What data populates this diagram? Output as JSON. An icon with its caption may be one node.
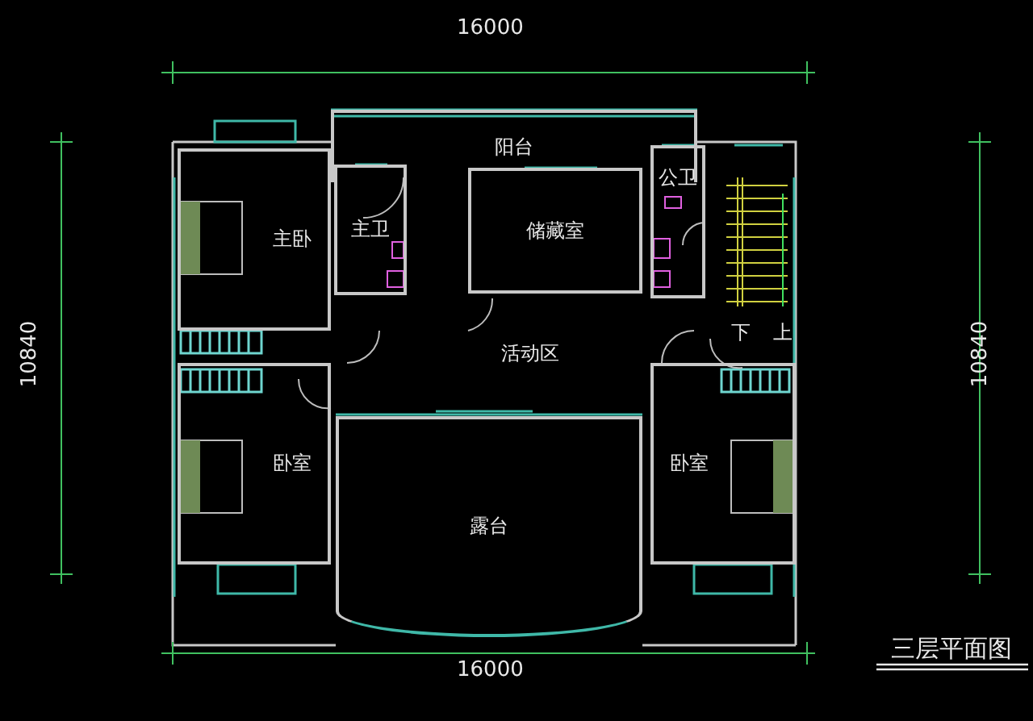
{
  "diagram": {
    "title": "三层平面图",
    "nodes": [
      {
        "text": [
          "阳台"
        ]
      },
      {
        "text": [
          "主卧"
        ]
      },
      {
        "text": [
          "主卫"
        ]
      },
      {
        "text": [
          "储藏室"
        ]
      },
      {
        "text": [
          "公卫"
        ]
      },
      {
        "text": [
          "活动区"
        ]
      },
      {
        "text": [
          "卧室"
        ]
      },
      {
        "text": [
          "露台"
        ]
      },
      {
        "text": [
          "卧室"
        ]
      }
    ],
    "labels": [
      "16000",
      "10840",
      "10840",
      "下",
      "上",
      "16000"
    ]
  }
}
